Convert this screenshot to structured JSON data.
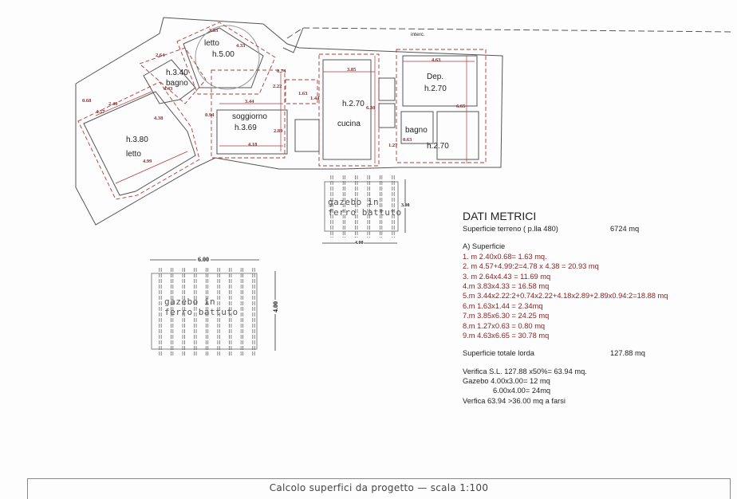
{
  "plan": {
    "rooms": {
      "letto_top": {
        "name": "letto",
        "height": "h.5.00"
      },
      "bagno_left": {
        "name": "bagno",
        "height": "h.3.40"
      },
      "letto_left": {
        "name": "letto",
        "height": "h.3.80"
      },
      "soggiorno": {
        "name": "soggiorno",
        "height": "h.3.69"
      },
      "cucina": {
        "name": "cucina",
        "height": "h.2.70"
      },
      "dep": {
        "name": "Dep.",
        "height": "h.2.70"
      },
      "bagno_right": {
        "name": "bagno",
        "height": "h.2.70"
      }
    },
    "interc": "interc.",
    "dimensions": {
      "d383": "3.83",
      "d433": "4.33",
      "d264": "2.64",
      "d443": "4.43",
      "d068": "0.68",
      "d240": "2.40",
      "d457": "4.57",
      "d438": "4.38",
      "d499": "4.99",
      "d094": "0.94",
      "d344": "3.44",
      "d222": "2.22",
      "d074": "0.74",
      "d289": "2.89",
      "d418": "4.18",
      "d163": "1.63",
      "d144": "1.44",
      "d385": "3.85",
      "d630": "6.30",
      "d463": "4.63",
      "d665": "6.65",
      "d063": "0.63",
      "d127": "1.27"
    },
    "gazebo_small": {
      "label_1": "gazebo in",
      "label_2": "ferro battuto",
      "width": "4.00",
      "depth": "3.00"
    },
    "gazebo_large": {
      "label_1": "gazebo in",
      "label_2": "ferro battuto",
      "width": "6.00",
      "depth": "4.00"
    }
  },
  "metrics": {
    "title": "DATI METRICI",
    "terreno_label": "Superficie terreno ( p.lla 480)",
    "terreno_value": "6724 mq",
    "section": "A) Superficie",
    "items": [
      "1. m 2.40x0.68= 1.63 mq.",
      "2. m 4.57+4.99:2=4.78 x 4.38 = 20.93 mq",
      "3. m 2.64x4.43 =  11.69 mq",
      "4.m 3.83x4.33 = 16.58 mq",
      "5.m 3.44x2.22:2+0.74x2.22+4.18x2.89+2.89x0.94:2=18.88 mq",
      "6.m 1.63x1.44 = 2.34mq",
      "7.m 3.85x6.30 = 24.25 mq",
      "8.m 1.27x0.63 = 0.80 mq",
      "9.m 4.63x6.65 = 30.78 mq"
    ],
    "totale_label": "Superficie totale lorda",
    "totale_value": "127.88 mq",
    "verifica_1": "Verifica S.L. 127.88 x50%= 63.94 mq.",
    "verifica_2": "Gazebo  4.00x3.00= 12 mq",
    "verifica_3": "6.00x4.00= 24mq",
    "verifica_4": "Verfica 63.94 >36.00 mq a farsi"
  },
  "footer": {
    "title": "Calcolo superfici da progetto  —  scala 1:100"
  }
}
